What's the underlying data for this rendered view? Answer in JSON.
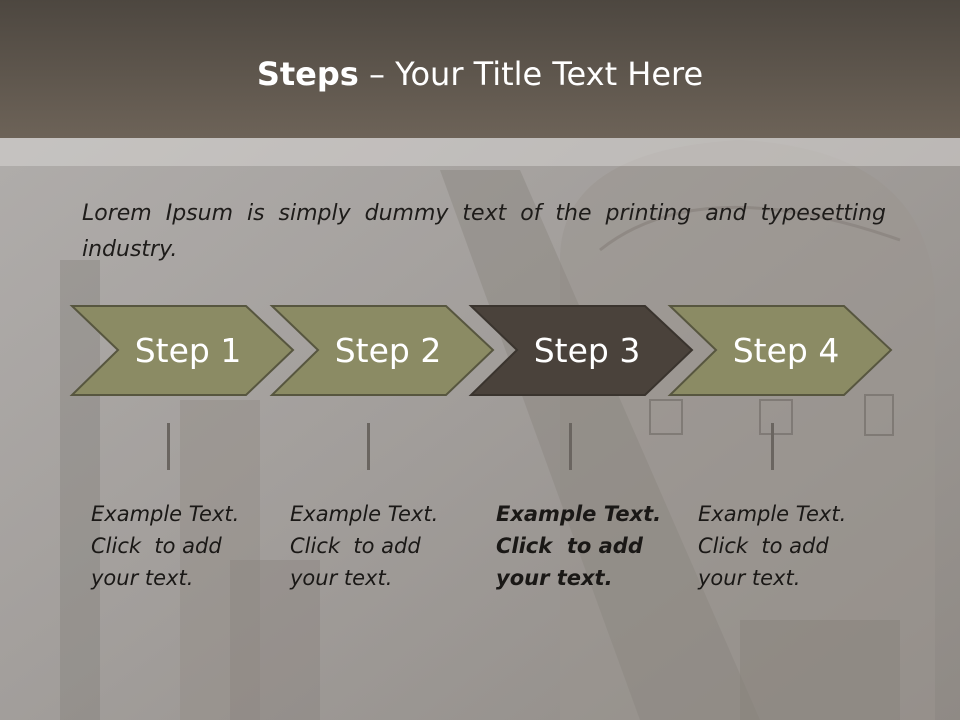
{
  "title": {
    "bold": "Steps",
    "rest": " – Your Title Text Here"
  },
  "intro_text": "Lorem Ipsum is simply dummy text of the printing and typesetting industry.",
  "colors": {
    "header": "#5e564d",
    "step": "#8b8b64",
    "step_active": "#4a423b",
    "step_border": "#57563f"
  },
  "steps": [
    {
      "label": "Step 1",
      "active": false,
      "desc": [
        "Example Text.",
        "Click  to add",
        "your text."
      ]
    },
    {
      "label": "Step 2",
      "active": false,
      "desc": [
        "Example Text.",
        "Click  to add",
        "your text."
      ]
    },
    {
      "label": "Step 3",
      "active": true,
      "desc": [
        "Example Text.",
        "Click  to add",
        "your text."
      ]
    },
    {
      "label": "Step 4",
      "active": false,
      "desc": [
        "Example Text.",
        "Click  to add",
        "your text."
      ]
    }
  ]
}
